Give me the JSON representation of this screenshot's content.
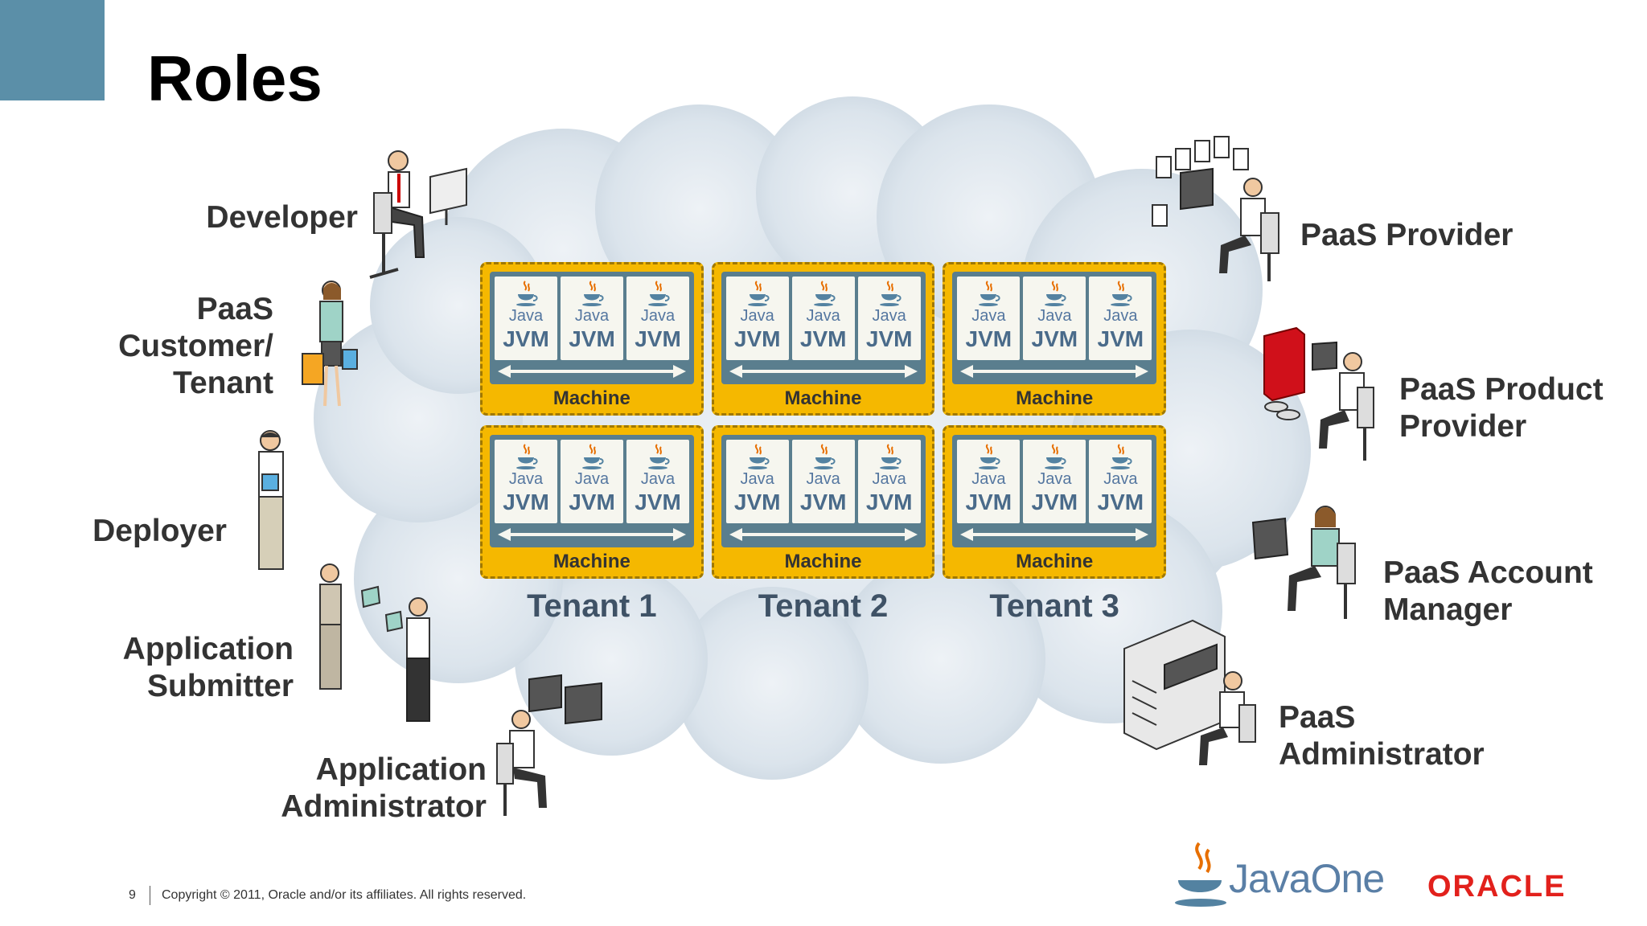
{
  "slide": {
    "title": "Roles",
    "page_number": "9",
    "copyright": "Copyright © 2011, Oracle and/or its affiliates. All rights reserved.",
    "accent_color": "#5b8fa8"
  },
  "diagram": {
    "machines": [
      {
        "label": "Machine",
        "jvms": [
          {
            "logo": "Java",
            "label": "JVM"
          },
          {
            "logo": "Java",
            "label": "JVM"
          },
          {
            "logo": "Java",
            "label": "JVM"
          }
        ]
      },
      {
        "label": "Machine",
        "jvms": [
          {
            "logo": "Java",
            "label": "JVM"
          },
          {
            "logo": "Java",
            "label": "JVM"
          },
          {
            "logo": "Java",
            "label": "JVM"
          }
        ]
      },
      {
        "label": "Machine",
        "jvms": [
          {
            "logo": "Java",
            "label": "JVM"
          },
          {
            "logo": "Java",
            "label": "JVM"
          },
          {
            "logo": "Java",
            "label": "JVM"
          }
        ]
      },
      {
        "label": "Machine",
        "jvms": [
          {
            "logo": "Java",
            "label": "JVM"
          },
          {
            "logo": "Java",
            "label": "JVM"
          },
          {
            "logo": "Java",
            "label": "JVM"
          }
        ]
      },
      {
        "label": "Machine",
        "jvms": [
          {
            "logo": "Java",
            "label": "JVM"
          },
          {
            "logo": "Java",
            "label": "JVM"
          },
          {
            "logo": "Java",
            "label": "JVM"
          }
        ]
      },
      {
        "label": "Machine",
        "jvms": [
          {
            "logo": "Java",
            "label": "JVM"
          },
          {
            "logo": "Java",
            "label": "JVM"
          },
          {
            "logo": "Java",
            "label": "JVM"
          }
        ]
      }
    ],
    "tenants": [
      "Tenant 1",
      "Tenant 2",
      "Tenant 3"
    ],
    "machine_color": "#f5b800",
    "jvm_strip_color": "#5a7e8e"
  },
  "roles_left": {
    "developer": "Developer",
    "paas_customer": [
      "PaaS",
      "Customer/",
      "Tenant"
    ],
    "deployer": "Deployer",
    "application_submitter": [
      "Application",
      "Submitter"
    ],
    "application_administrator": [
      "Application",
      "Administrator"
    ]
  },
  "roles_right": {
    "paas_provider": "PaaS Provider",
    "paas_product_provider": [
      "PaaS Product",
      "Provider"
    ],
    "paas_account_manager": [
      "PaaS Account",
      "Manager"
    ],
    "paas_administrator": [
      "PaaS",
      "Administrator"
    ]
  },
  "logos": {
    "javaone": "JavaOne",
    "oracle": "ORACLE",
    "oracle_color": "#e2211c"
  }
}
